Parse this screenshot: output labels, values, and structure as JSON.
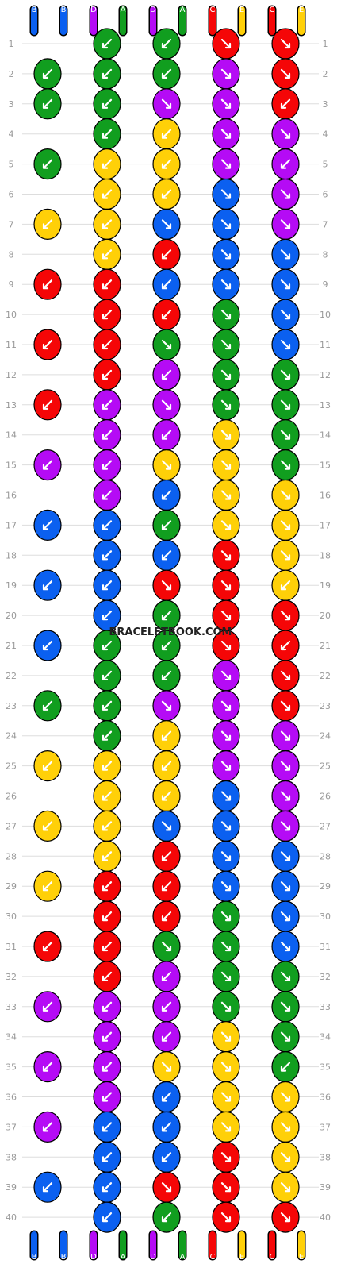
{
  "pattern": {
    "strands_top": [
      "B",
      "B",
      "D",
      "A",
      "D",
      "A",
      "C",
      "E",
      "C",
      "E"
    ],
    "strands_bottom": [
      "B",
      "B",
      "D",
      "A",
      "D",
      "A",
      "C",
      "E",
      "C",
      "E"
    ],
    "watermark": "BRACELETBOOK.COM",
    "colors": {
      "A": "#119e1f",
      "B": "#0b60f0",
      "C": "#f50607",
      "D": "#b50bf5",
      "E": "#ffd008"
    },
    "row_numbers": [
      "1",
      "2",
      "3",
      "4",
      "5",
      "6",
      "7",
      "8",
      "9",
      "10",
      "11",
      "12",
      "13",
      "14",
      "15",
      "16",
      "17",
      "18",
      "19",
      "20",
      "21",
      "22",
      "23",
      "24",
      "25",
      "26",
      "27",
      "28",
      "29",
      "30",
      "31",
      "32",
      "33",
      "34",
      "35",
      "36",
      "37",
      "38",
      "39",
      "40"
    ],
    "rows": [
      [
        "A",
        "A",
        "C",
        "C"
      ],
      [
        "A",
        "A",
        "A",
        "D",
        "C"
      ],
      [
        "A",
        "A",
        "D",
        "D",
        "C"
      ],
      [
        "A",
        "E",
        "D",
        "D"
      ],
      [
        "A",
        "E",
        "E",
        "D",
        "D"
      ],
      [
        "E",
        "E",
        "B",
        "D"
      ],
      [
        "E",
        "E",
        "B",
        "B",
        "D"
      ],
      [
        "E",
        "C",
        "B",
        "B"
      ],
      [
        "C",
        "C",
        "B",
        "B",
        "B"
      ],
      [
        "C",
        "C",
        "A",
        "B"
      ],
      [
        "C",
        "C",
        "A",
        "A",
        "B"
      ],
      [
        "C",
        "D",
        "A",
        "A"
      ],
      [
        "C",
        "D",
        "D",
        "A",
        "A"
      ],
      [
        "D",
        "D",
        "E",
        "A"
      ],
      [
        "D",
        "D",
        "E",
        "E",
        "A"
      ],
      [
        "D",
        "B",
        "E",
        "E"
      ],
      [
        "B",
        "B",
        "A",
        "E",
        "E"
      ],
      [
        "B",
        "B",
        "C",
        "E"
      ],
      [
        "B",
        "B",
        "C",
        "C",
        "E"
      ],
      [
        "B",
        "A",
        "C",
        "C"
      ],
      [
        "B",
        "A",
        "A",
        "C",
        "C"
      ],
      [
        "A",
        "A",
        "D",
        "C"
      ],
      [
        "A",
        "A",
        "D",
        "D",
        "C"
      ],
      [
        "A",
        "E",
        "D",
        "D"
      ],
      [
        "E",
        "E",
        "E",
        "D",
        "D"
      ],
      [
        "E",
        "E",
        "B",
        "D"
      ],
      [
        "E",
        "E",
        "B",
        "B",
        "D"
      ],
      [
        "E",
        "C",
        "B",
        "B"
      ],
      [
        "E",
        "C",
        "C",
        "B",
        "B"
      ],
      [
        "C",
        "C",
        "A",
        "B"
      ],
      [
        "C",
        "C",
        "A",
        "A",
        "B"
      ],
      [
        "C",
        "D",
        "A",
        "A"
      ],
      [
        "D",
        "D",
        "D",
        "A",
        "A"
      ],
      [
        "D",
        "D",
        "E",
        "A"
      ],
      [
        "D",
        "D",
        "E",
        "E",
        "A"
      ],
      [
        "D",
        "B",
        "E",
        "E"
      ],
      [
        "D",
        "B",
        "B",
        "E",
        "E"
      ],
      [
        "B",
        "B",
        "C",
        "E"
      ],
      [
        "B",
        "B",
        "C",
        "C",
        "E"
      ],
      [
        "B",
        "A",
        "C",
        "C"
      ]
    ],
    "knot_types": [
      [
        "L",
        "L",
        "R",
        "R"
      ],
      [
        "L",
        "L",
        "L",
        "R",
        "R"
      ],
      [
        "L",
        "L",
        "R",
        "R",
        "L"
      ],
      [
        "L",
        "L",
        "R",
        "R"
      ],
      [
        "L",
        "L",
        "L",
        "R",
        "L"
      ],
      [
        "L",
        "L",
        "R",
        "R"
      ],
      [
        "L",
        "L",
        "R",
        "R",
        "R"
      ],
      [
        "L",
        "L",
        "R",
        "R"
      ],
      [
        "L",
        "L",
        "L",
        "R",
        "R"
      ],
      [
        "L",
        "L",
        "R",
        "R"
      ],
      [
        "L",
        "L",
        "R",
        "R",
        "R"
      ],
      [
        "L",
        "L",
        "R",
        "R"
      ],
      [
        "L",
        "L",
        "R",
        "R",
        "R"
      ],
      [
        "L",
        "L",
        "R",
        "R"
      ],
      [
        "L",
        "L",
        "R",
        "R",
        "R"
      ],
      [
        "L",
        "L",
        "R",
        "R"
      ],
      [
        "L",
        "L",
        "L",
        "R",
        "R"
      ],
      [
        "L",
        "L",
        "R",
        "R"
      ],
      [
        "L",
        "L",
        "R",
        "R",
        "L"
      ],
      [
        "L",
        "L",
        "R",
        "R"
      ],
      [
        "L",
        "L",
        "L",
        "R",
        "L"
      ],
      [
        "L",
        "L",
        "R",
        "R"
      ],
      [
        "L",
        "L",
        "R",
        "R",
        "R"
      ],
      [
        "L",
        "L",
        "R",
        "R"
      ],
      [
        "L",
        "L",
        "L",
        "R",
        "R"
      ],
      [
        "L",
        "L",
        "R",
        "R"
      ],
      [
        "L",
        "L",
        "R",
        "R",
        "R"
      ],
      [
        "L",
        "L",
        "R",
        "R"
      ],
      [
        "L",
        "L",
        "L",
        "R",
        "R"
      ],
      [
        "L",
        "L",
        "R",
        "R"
      ],
      [
        "L",
        "L",
        "R",
        "R",
        "R"
      ],
      [
        "L",
        "L",
        "R",
        "R"
      ],
      [
        "L",
        "L",
        "L",
        "R",
        "R"
      ],
      [
        "L",
        "L",
        "R",
        "R"
      ],
      [
        "L",
        "L",
        "R",
        "R",
        "L"
      ],
      [
        "L",
        "L",
        "R",
        "R"
      ],
      [
        "L",
        "L",
        "L",
        "R",
        "R"
      ],
      [
        "L",
        "L",
        "R",
        "R"
      ],
      [
        "L",
        "L",
        "R",
        "R",
        "R"
      ],
      [
        "L",
        "L",
        "R",
        "R"
      ]
    ]
  }
}
